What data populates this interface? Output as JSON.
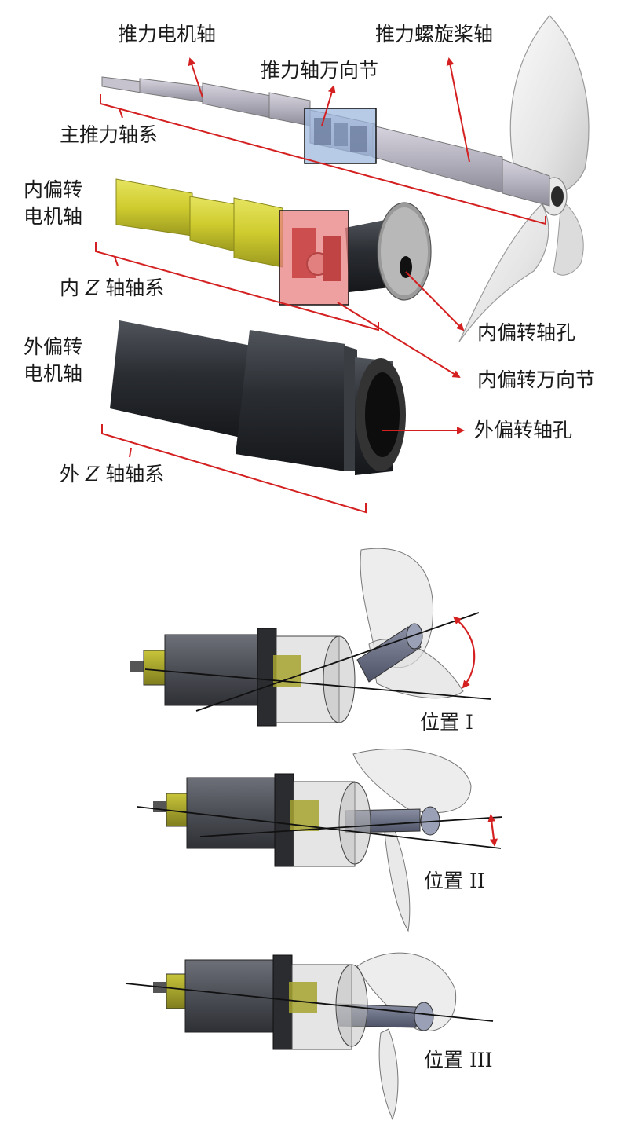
{
  "labels": {
    "main_motor_shaft": "推力电机轴",
    "propeller_shaft": "推力螺旋桨轴",
    "thrust_ujoint": "推力轴万向节",
    "main_shaft_system": "主推力轴系",
    "inner_motor_shaft_l1": "内偏转",
    "inner_motor_shaft_l2": "电机轴",
    "inner_z_prefix": "内",
    "inner_z_letter": "Z",
    "inner_z_suffix": "轴轴系",
    "inner_hole": "内偏转轴孔",
    "inner_ujoint": "内偏转万向节",
    "outer_motor_shaft_l1": "外偏转",
    "outer_motor_shaft_l2": "电机轴",
    "outer_hole": "外偏转轴孔",
    "outer_z_prefix": "外",
    "outer_z_letter": "Z",
    "outer_z_suffix": "轴轴系",
    "position_1": "位置 I",
    "position_2": "位置 II",
    "position_3": "位置 III"
  },
  "colors": {
    "arrow": "#d42020",
    "yellow_shaft": "#d9d63a",
    "dark_shaft": "#2b2e33",
    "grey_shaft": "#b9b6c2",
    "blue_highlight": "#9fb8dd",
    "red_highlight": "#e88080"
  }
}
